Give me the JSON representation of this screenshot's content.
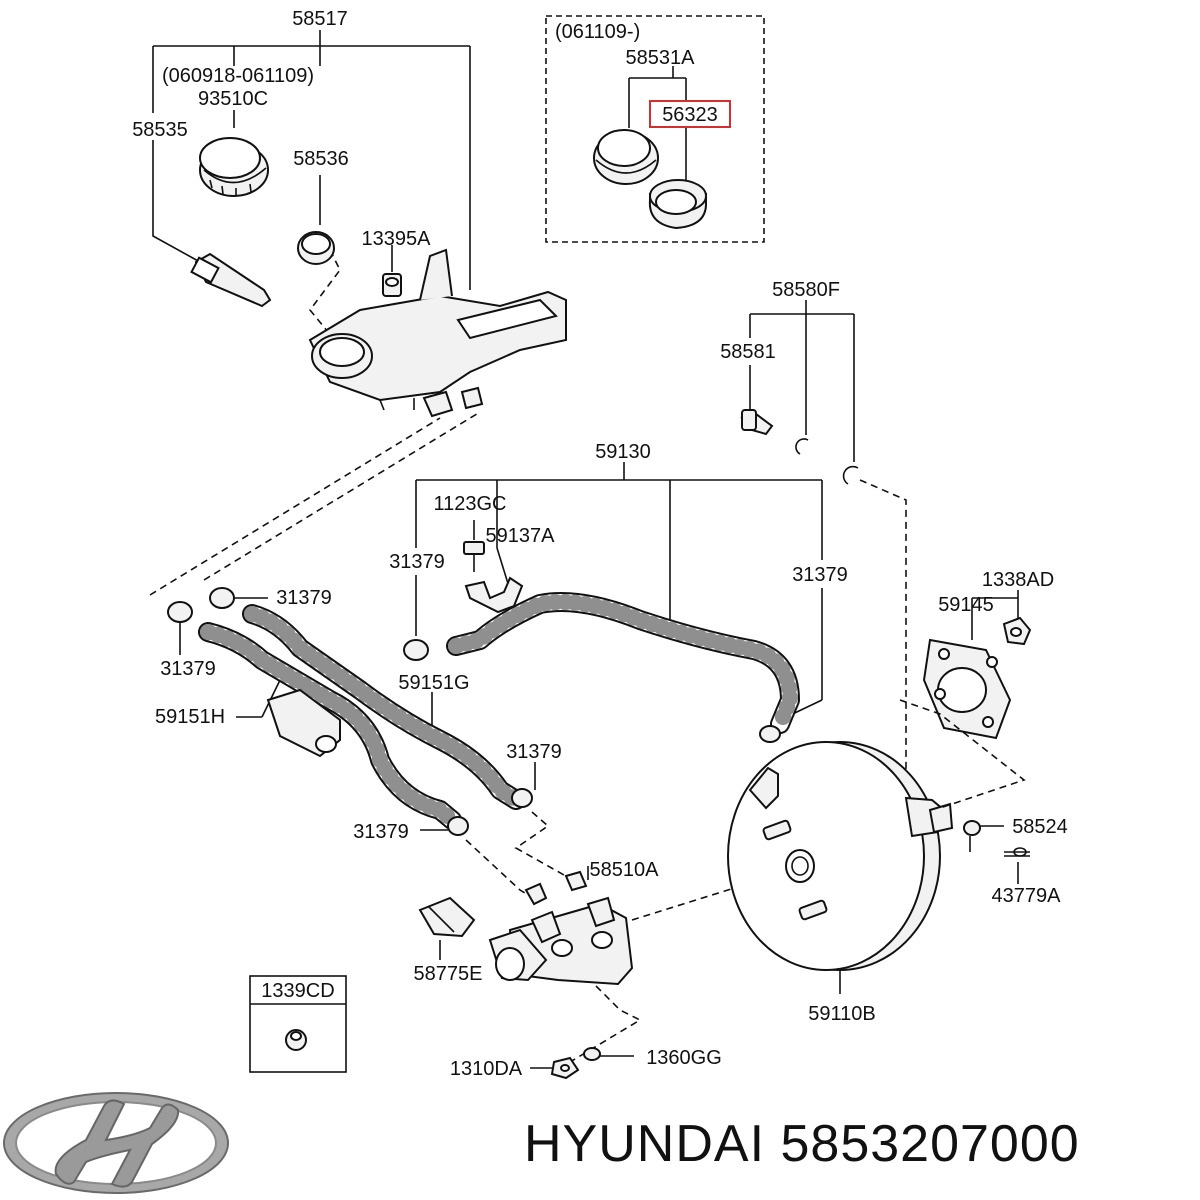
{
  "diagram": {
    "labels": {
      "p58517": "58517",
      "date_range": "(060918-061109)",
      "p93510C": "93510C",
      "p58535": "58535",
      "p58536": "58536",
      "p13395A": "13395A",
      "inset_date": "(061109-)",
      "p58531A": "58531A",
      "p56323": "56323",
      "p58580F": "58580F",
      "p58581": "58581",
      "p59130": "59130",
      "p1123GC": "1123GC",
      "p59137A": "59137A",
      "p31379_a": "31379",
      "p31379_b": "31379",
      "p31379_c": "31379",
      "p31379_d": "31379",
      "p31379_e": "31379",
      "p31379_f": "31379",
      "p1338AD": "1338AD",
      "p59145": "59145",
      "p59151G": "59151G",
      "p59151H": "59151H",
      "p58524": "58524",
      "p43779A": "43779A",
      "p58510A": "58510A",
      "p58775E": "58775E",
      "p1339CD": "1339CD",
      "p59110B": "59110B",
      "p1310DA": "1310DA",
      "p1360GG": "1360GG"
    },
    "highlight_color": "#d32f2f"
  },
  "brand": {
    "logo": "Hyundai logo",
    "caption": "HYUNDAI 5853207000"
  }
}
